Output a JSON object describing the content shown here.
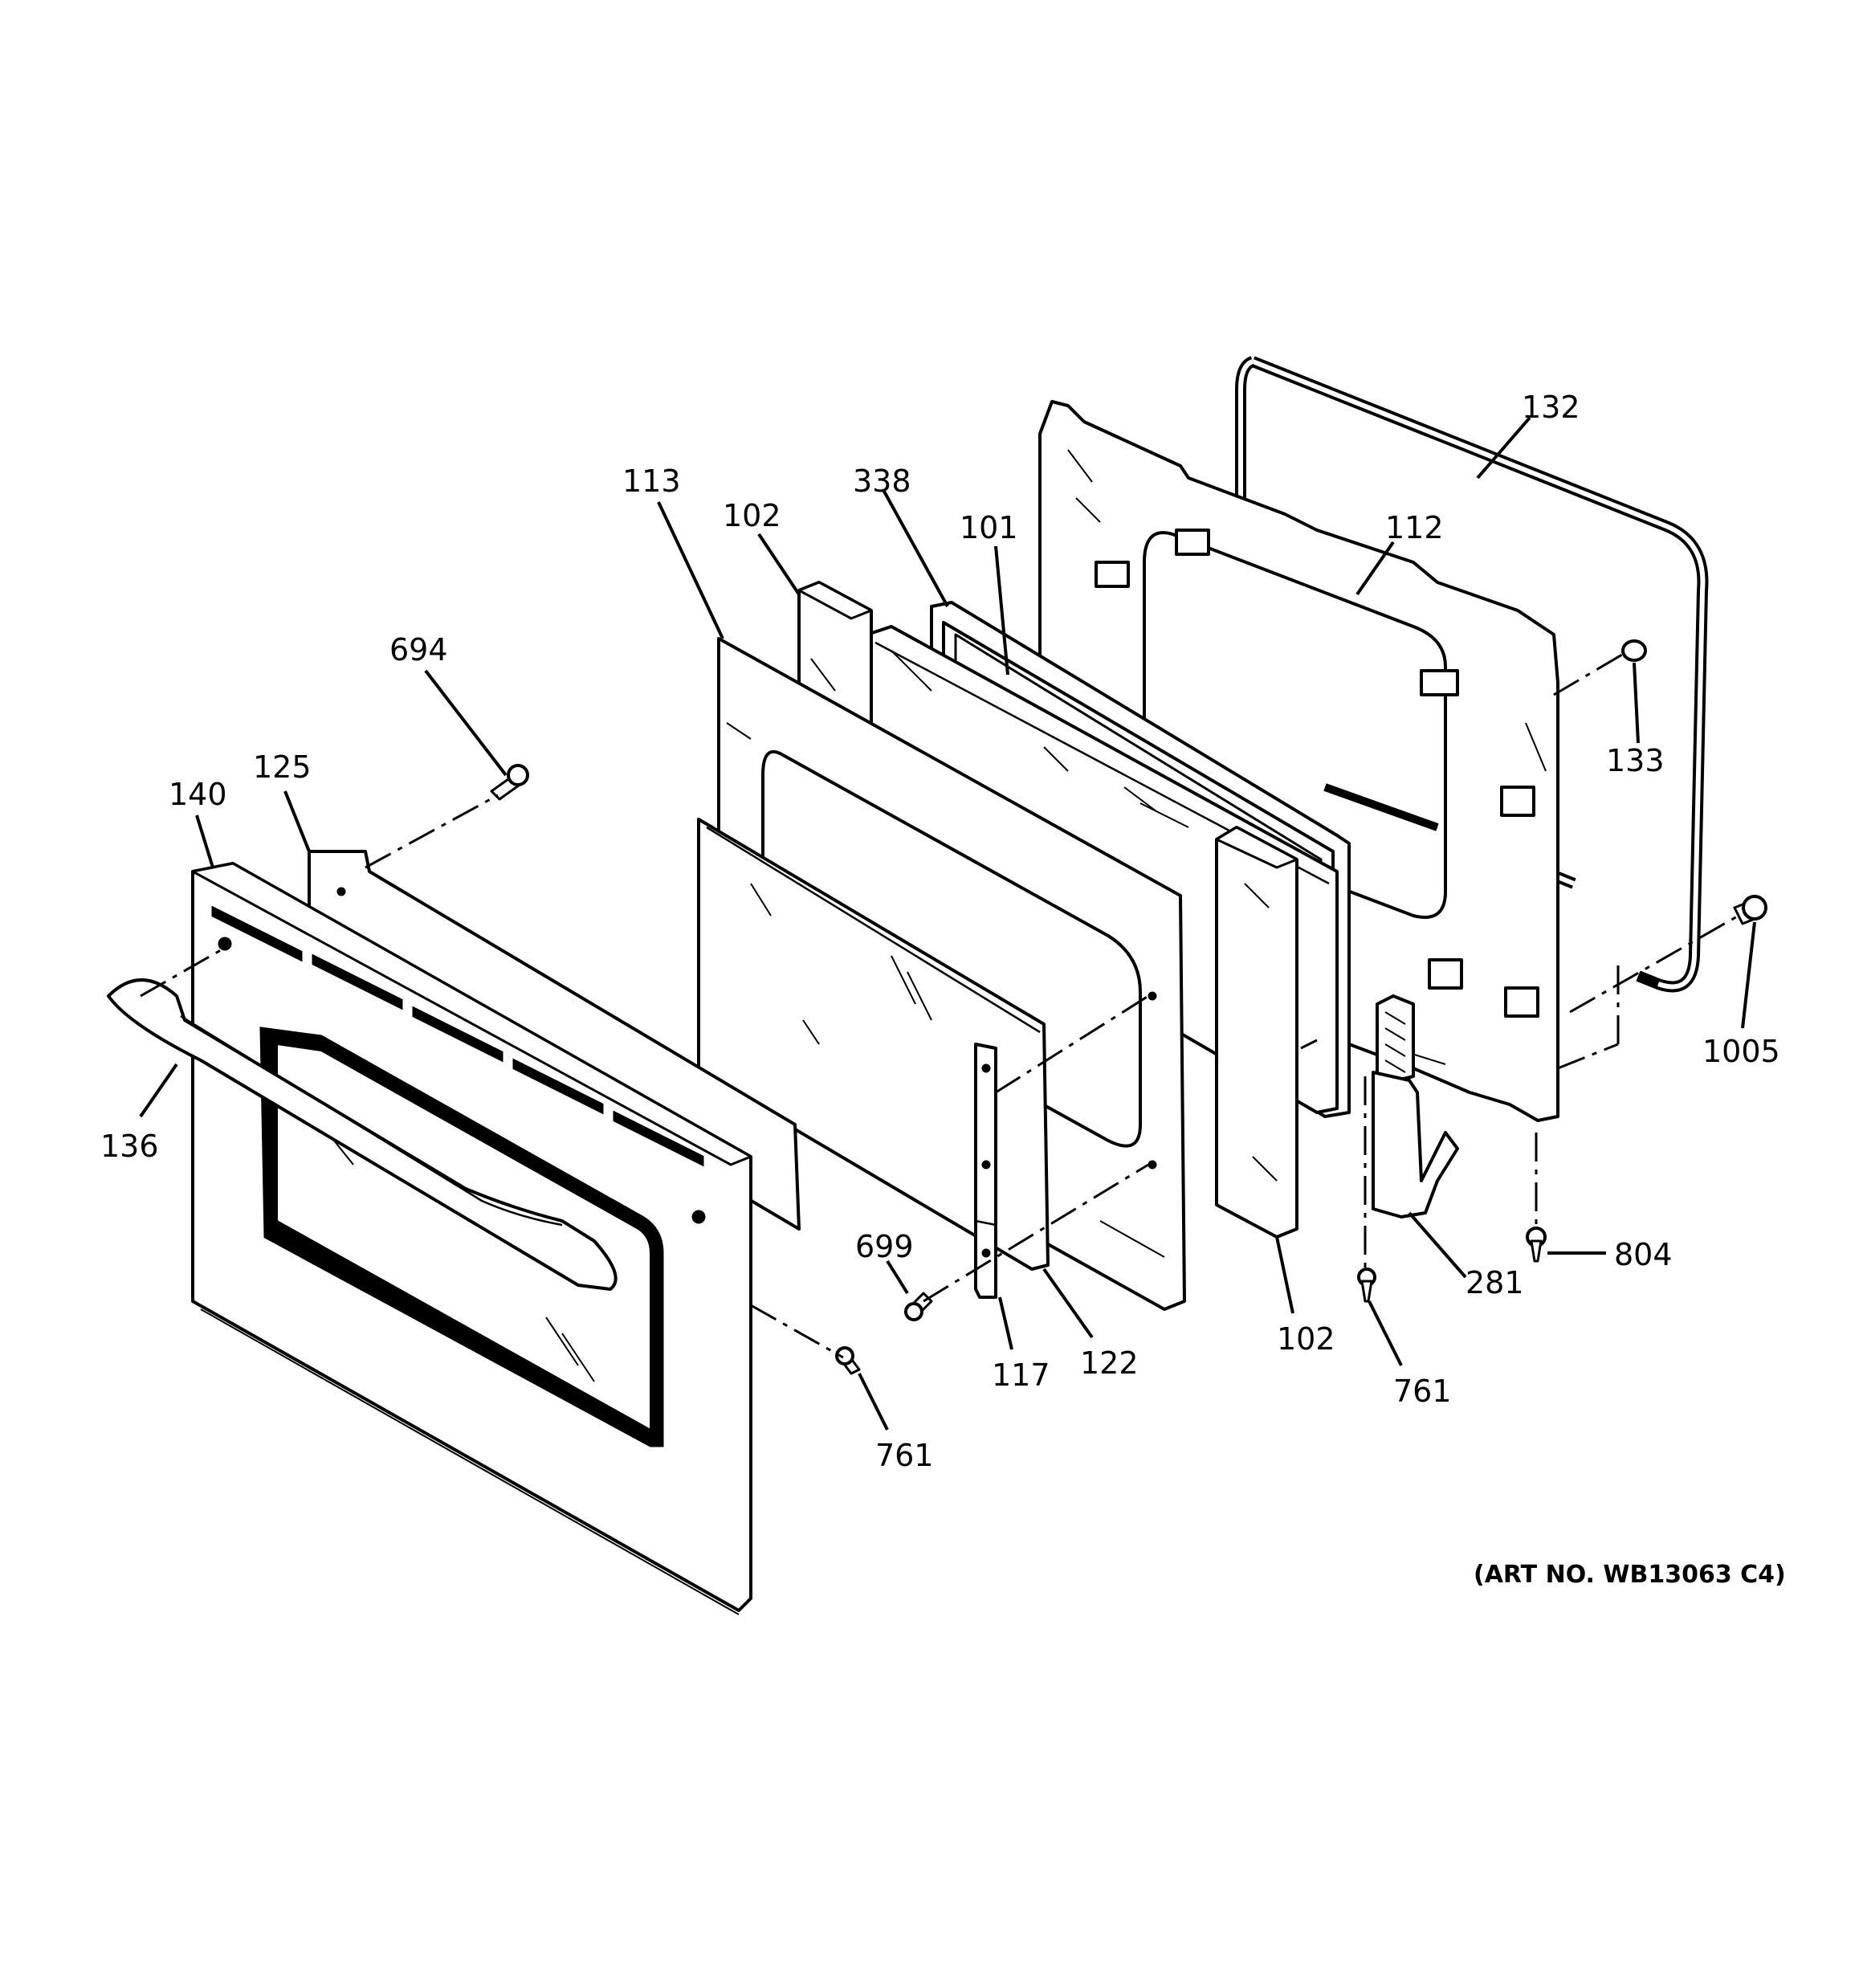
{
  "callouts": {
    "c132": "132",
    "c112": "112",
    "c113": "113",
    "c102_top": "102",
    "c338": "338",
    "c101": "101",
    "c694": "694",
    "c125": "125",
    "c140": "140",
    "c133": "133",
    "c1005": "1005",
    "c136": "136",
    "c699": "699",
    "c117": "117",
    "c122": "122",
    "c102_bottom": "102",
    "c761_right": "761",
    "c281": "281",
    "c804": "804",
    "c761_left": "761"
  },
  "art_number": "(ART NO. WB13063 C4)"
}
